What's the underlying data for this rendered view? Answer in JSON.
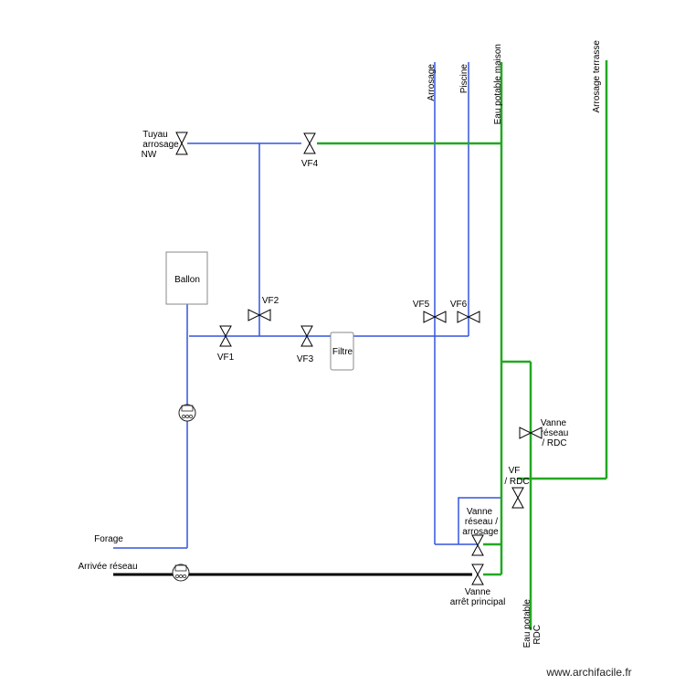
{
  "colors": {
    "reseau": "#22a822",
    "forage": "#3355dd",
    "arrivee": "#000000",
    "valve": "#000000"
  },
  "labels": {
    "tuyau_1": "Tuyau",
    "tuyau_2": "arrosage",
    "tuyau_3": "NW",
    "vf1": "VF1",
    "vf2": "VF2",
    "vf3": "VF3",
    "vf4": "VF4",
    "vf5": "VF5",
    "vf6": "VF6",
    "ballon": "Ballon",
    "filtre": "Filtre",
    "forage": "Forage",
    "arrivee_reseau": "Arrivée réseau",
    "arrosage": "Arrosage",
    "piscine": "Piscine",
    "eau_potable_maison": "Eau potable maison",
    "arrosage_terrasse": "Arrosage terrasse",
    "vanne_rdc_1": "Vanne",
    "vanne_rdc_2": "réseau",
    "vanne_rdc_3": "/ RDC",
    "vf_rdc_1": "VF",
    "vf_rdc_2": "/ RDC",
    "vanne_arrosage_1": "Vanne",
    "vanne_arrosage_2": "réseau /",
    "vanne_arrosage_3": "arrosage",
    "vanne_arret_1": "Vanne",
    "vanne_arret_2": "arrêt principal",
    "eau_potable_rdc_1": "Eau potable",
    "eau_potable_rdc_2": "RDC"
  },
  "watermark": "www.archifacile.fr"
}
